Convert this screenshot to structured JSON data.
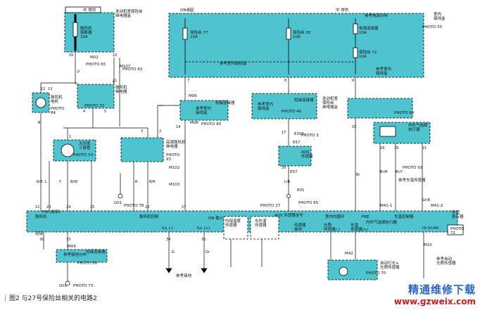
{
  "caption": "图2 与27号保险丝相关的电路2",
  "watermark": {
    "site_name": "精通维修下载",
    "url": "www.gzweix.com"
  },
  "labels": {
    "hot_run_left": "中 常供",
    "hot_run_center": "ON或起",
    "hot_run_right": "中 常供",
    "fuse_box_right": "参考电源分布",
    "engine_fuse_box": "发动机室保险丝\n继电器盒",
    "indoor_fuse_box": "室内\n接线盒",
    "photo_55": "PHOTO 55",
    "fuse_blower": "鼓风机\n熔断器\n30A",
    "fuse_77": "保险丝 77\n10A",
    "fuse_28": "保险丝 28\n10A",
    "power_conn": "电源连接器\n10A",
    "fuse_72": "保险丝 72\n10A",
    "ref_indoor_box": "参考室内接线盒",
    "ref_indoor_box2": "参考室内\n接线盒",
    "connector_m02": "M02",
    "photo_65": "PHOTO 65",
    "photo_83": "PHOTO 83",
    "m07": "M107",
    "motor_label": "鼓风机\n电机",
    "photo_84": "PHOTO\n84",
    "relay_blower": "鼓风机\n继电器",
    "photo_33": "PHOTO 33",
    "m06": "M06",
    "short_conn_left": "短接连接器",
    "ref_indoor_mid": "参考室内\n接线盒",
    "m08": "M08",
    "photo_80": "PHOTO 80",
    "photo_40": "PHOTO 40",
    "engine_room_relay": "发动机室\n保险丝\n继电器盒",
    "ref_indoor_short": "参考室内\n接线盒",
    "short_conn_right": "短接连接器",
    "photo_60": "PHOTO 60",
    "e205": "E205",
    "photo_3": "PHOTO 3",
    "e57": "E57",
    "aqs_label": "AQS\n传感器",
    "e57b": "E57",
    "photo_65b": "PHOTO 65",
    "e01": "E01",
    "amp_transistor": "大功率\n三极管",
    "photo_53": "PHOTO 53",
    "hi_relay": "高速鼓风机\n继电器",
    "photo_93": "PHOTO\n93",
    "g01": "G01",
    "photo_78": "PHOTO 78",
    "photo_27": "PHOTO 27",
    "m102": "M102",
    "m103": "M103",
    "indoor_air_actuator": "内外气选择\n执行器",
    "photo_93b": "PHOTO 93",
    "ref_temp_sensor": "参考车温传感器",
    "m41": "M41-1",
    "m412": "M41-2",
    "ac_control": "空调\n执行器",
    "photo_72": "PHOTO\n72",
    "b_row": "鼓风机",
    "blower_ctrl": "鼓风机控制",
    "on_input": "ON 输入",
    "aqs_signal": "AQS 传感器信号",
    "recirc": "室内内循环",
    "fre": "FRE",
    "temp_ctrl": "车温控制器",
    "intake_act": "内外气选择执行器",
    "ill_neg": "ILL (-)",
    "ill_pos": "ILL (+)",
    "aux_node": "HI-SCAN",
    "recirc_act": "车温控制器",
    "sun_sensor": "光照\n传感器(-)",
    "cabin_sensor": "车温\n传感器(+)",
    "sensor_gnd": "传感器\n接地",
    "ref_ground": "参考接地",
    "short_bottom": "短接连接器",
    "ref_ground_dist": "参考接地分布",
    "photo_80b": "PHOTO 80",
    "photo_73": "PHOTO 73",
    "g01b": "G01",
    "m09": "M09",
    "m_auto": "自动灯光+\n光照传感器",
    "photo_70": "PHOTO 70",
    "ref_air_temp": "参考自动\n光照传感器",
    "m42": "M42",
    "m10": "M10",
    "ir_pv": "内部温度\n传感器",
    "p_label": "P/B (前部)",
    "ambient": "车外温\n传感器",
    "conn_label": "连接"
  },
  "pins": {
    "p16": "16",
    "p10": "10",
    "p11": "11",
    "p12": "12",
    "p13": "13",
    "p4": "4",
    "p5": "5",
    "p6": "6",
    "p7": "7",
    "p8": "8",
    "p9": "9",
    "p3": "3",
    "p2": "2",
    "p1": "1",
    "p14": "14",
    "p15": "15",
    "p17": "17",
    "p18": "18",
    "p19": "19",
    "p20": "20",
    "p21": "21",
    "p22": "22",
    "p23": "23",
    "p24": "24",
    "p25": "25",
    "p26": "26",
    "p27": "27",
    "p30": "30",
    "p33": "33",
    "p34": "34",
    "p35": "35"
  },
  "wire_colors": {
    "p": "P",
    "b": "B",
    "l": "L",
    "y": "Y",
    "g": "G",
    "r": "R",
    "br": "Br",
    "bw": "B/W",
    "rb": "R/B",
    "lb": "L/B",
    "gr": "Gr",
    "br_r": "Br/R",
    "br_y": "Br/Y",
    "b_r": "B/R",
    "gr_r": "Gr/R"
  },
  "colors": {
    "module_fill": "#4fc4cf",
    "module_stroke": "#000000",
    "wire": "#000000",
    "watermark_blue": "#2a66c7",
    "watermark_red": "#c81e1e"
  }
}
